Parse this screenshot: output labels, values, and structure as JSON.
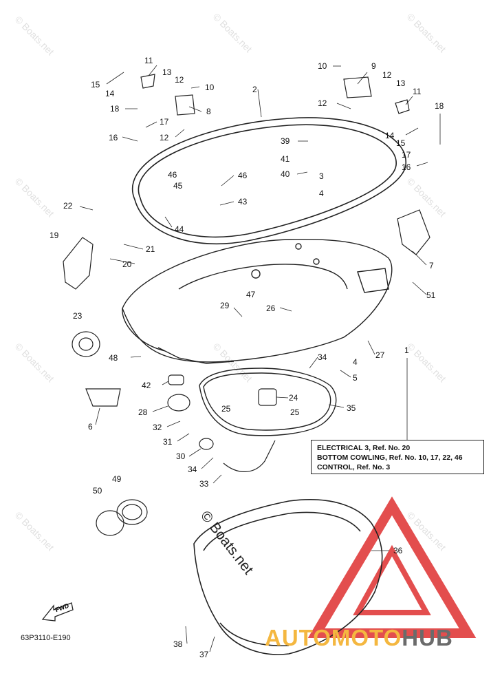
{
  "diagram": {
    "code": "63P3110-E190",
    "fwd_label": "FWD",
    "reference_box": {
      "lines": [
        "ELECTRICAL 3,  Ref. No. 20",
        "BOTTOM COWLING,  Ref. No. 10, 17, 22, 46",
        "CONTROL, Ref. No. 3"
      ]
    },
    "callouts": [
      "11",
      "13",
      "12",
      "10",
      "15",
      "14",
      "8",
      "18",
      "17",
      "16",
      "12",
      "2",
      "10",
      "9",
      "12",
      "13",
      "11",
      "18",
      "12",
      "14",
      "15",
      "17",
      "16",
      "39",
      "41",
      "40",
      "3",
      "4",
      "46",
      "45",
      "46",
      "43",
      "44",
      "22",
      "19",
      "21",
      "20",
      "7",
      "51",
      "29",
      "47",
      "26",
      "23",
      "48",
      "42",
      "6",
      "34",
      "4",
      "5",
      "27",
      "1",
      "24",
      "28",
      "32",
      "25",
      "25",
      "35",
      "31",
      "30",
      "34",
      "33",
      "49",
      "50",
      "36",
      "38",
      "37"
    ],
    "watermark_text": "© Boats.net",
    "overlay_text": "© Boats.net"
  },
  "logo": {
    "part1": "AUTOMOTO",
    "part2": "HUB",
    "colors": {
      "part1": "#f4b740",
      "part2": "#6b6b6b",
      "triangle": "#e03b3b"
    }
  }
}
